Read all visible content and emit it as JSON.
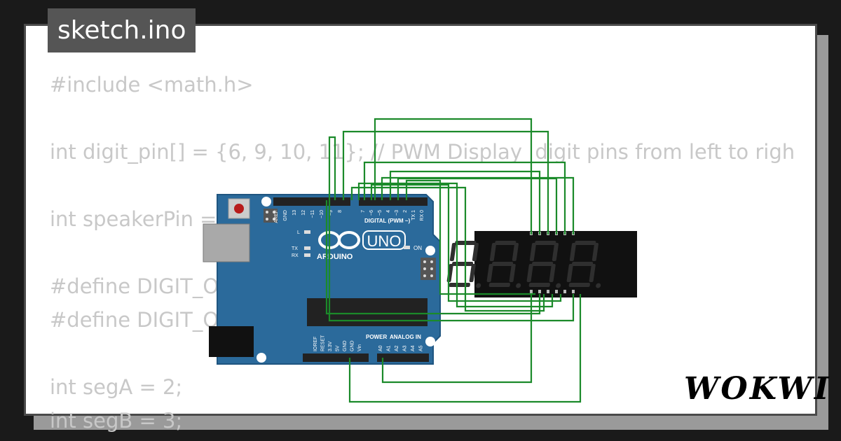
{
  "title": "sketch.ino",
  "code_lines": [
    "#include <math.h>",
    "",
    "int digit_pin[] = {6, 9, 10, 11}; // PWM Display  digit pins from left to righ",
    "",
    "int speakerPin = ",
    "",
    "#define DIGIT_O",
    "#define DIGIT_O",
    "",
    "int segA = 2;",
    "int segB = 3;"
  ],
  "brand": "WOKWI",
  "board": {
    "name": "UNO",
    "maker": "ARDUINO",
    "digital_header": "DIGITAL (PWM ~)",
    "power_header": "POWER",
    "analog_header": "ANALOG IN",
    "on_label": "ON",
    "led_labels": [
      "L",
      "TX",
      "RX"
    ],
    "top_pin_labels": [
      "AREF",
      "GND",
      "13",
      "12",
      "~11",
      "~10",
      "~9",
      "8",
      "7",
      "~6",
      "~5",
      "4",
      "~3",
      "2",
      "TX 1",
      "RX 0"
    ],
    "power_pin_labels": [
      "IOREF",
      "RESET",
      "3.3V",
      "5V",
      "GND",
      "GND",
      "Vin"
    ],
    "analog_pin_labels": [
      "A0",
      "A1",
      "A2",
      "A3",
      "A4",
      "A5"
    ]
  },
  "display": {
    "digits": 4,
    "shown": "8.8.8.8."
  },
  "colors": {
    "background": "#1a1a1a",
    "board_blue": "#2b6a9b",
    "wire_green": "#1b8a2a",
    "display_bg": "#111111",
    "segment_off": "#2f2f2f"
  }
}
